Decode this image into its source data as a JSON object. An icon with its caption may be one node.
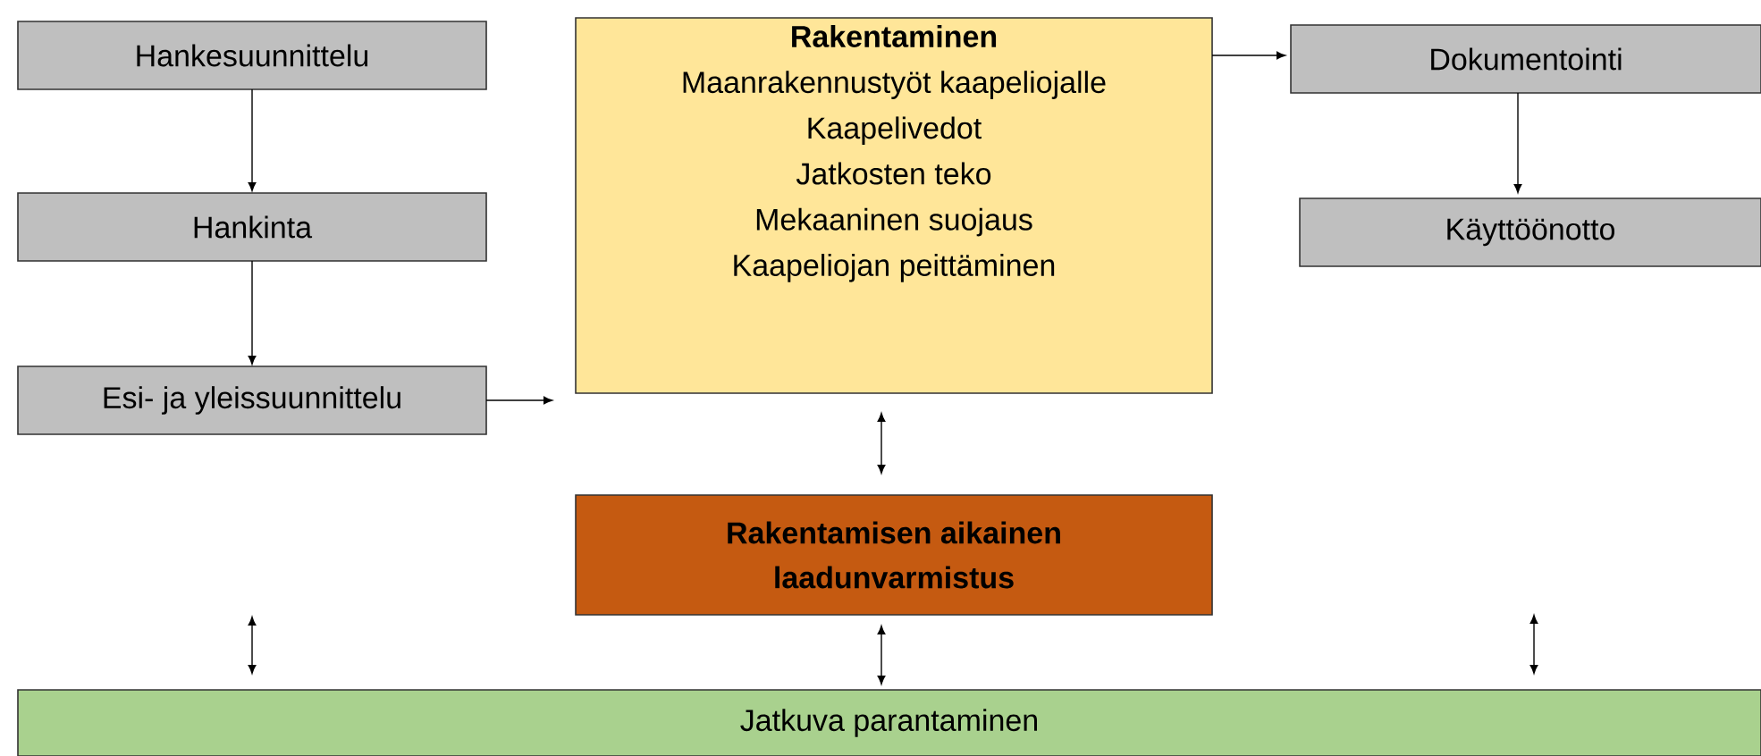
{
  "diagram": {
    "nodes": [
      {
        "text": [
          "Hankesuunnittelu"
        ]
      },
      {
        "text": [
          "Hankinta"
        ]
      },
      {
        "text": [
          "Esi- ja yleissuunnittelu"
        ]
      },
      {
        "text": [
          "Rakentaminen",
          "Maanrakennustyöt kaapeliojalle",
          "Kaapelivedot",
          "Jatkosten teko",
          "Mekaaninen suojaus",
          "Kaapeliojan peittäminen"
        ]
      },
      {
        "text": [
          "Dokumentointi"
        ]
      },
      {
        "text": [
          "Käyttöönotto"
        ]
      },
      {
        "text": [
          "Rakentamisen aikainen laadunvarmistus"
        ]
      },
      {
        "text": [
          "Jatkuva parantaminen"
        ]
      }
    ],
    "edges": [
      {
        "from": 0,
        "to": 1,
        "arrow": "to"
      },
      {
        "from": 1,
        "to": 2,
        "arrow": "to"
      },
      {
        "from": 2,
        "to": 3,
        "arrow": "to"
      },
      {
        "from": 3,
        "to": 4,
        "arrow": "to"
      },
      {
        "from": 4,
        "to": 5,
        "arrow": "to"
      },
      {
        "from": 3,
        "to": 6,
        "arrow": "both"
      },
      {
        "from": 6,
        "to": 7,
        "arrow": "both"
      },
      {
        "from": null,
        "to": 7,
        "arrow": "both"
      },
      {
        "from": null,
        "to": 7,
        "arrow": "both"
      }
    ]
  }
}
